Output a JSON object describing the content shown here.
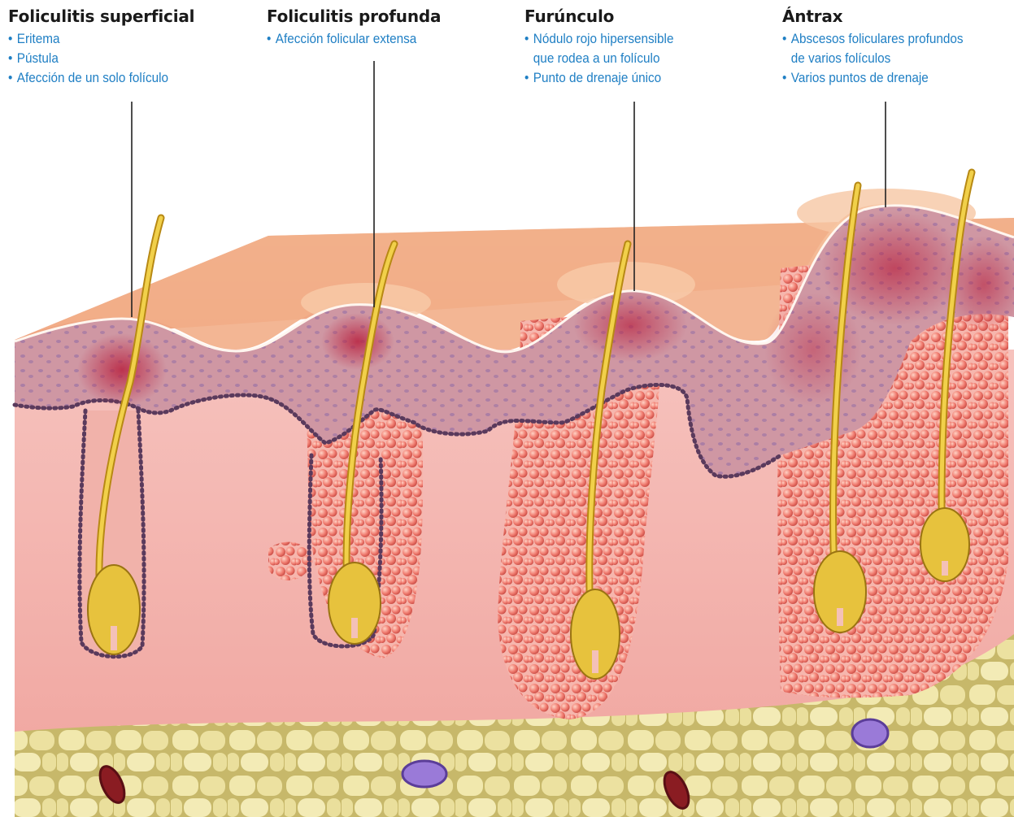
{
  "labels": [
    {
      "title": "Foliculitis superficial",
      "bullets": [
        "Eritema",
        "Pústula",
        "Afección de un solo folículo"
      ]
    },
    {
      "title": "Foliculitis profunda",
      "bullets": [
        "Afección folicular extensa"
      ]
    },
    {
      "title": "Furúnculo",
      "bullets": [
        "Nódulo rojo hipersensible",
        "que rodea a un folículo",
        "Punto de drenaje único"
      ]
    },
    {
      "title": "Ántrax",
      "bullets": [
        "Abscesos foliculares profundos",
        "de varios folículos",
        "Varios puntos de drenaje"
      ]
    }
  ],
  "colors": {
    "title_text": "#1a1a1a",
    "bullet_text": "#1f7fc4",
    "skin_surface": "#f3b48e",
    "epidermis": "#c98e9c",
    "dermis": "#f4b7b0",
    "fat": "#ede3a6",
    "hair": "#e8c232",
    "pus_cells": "#ee7b72",
    "inflammation": "#c0354c",
    "vessel_red": "#8a1c22",
    "vessel_purple": "#8a6bd0"
  },
  "continuation_bullets": [
    false,
    false,
    false,
    false,
    false,
    true,
    false,
    false,
    true,
    false
  ]
}
